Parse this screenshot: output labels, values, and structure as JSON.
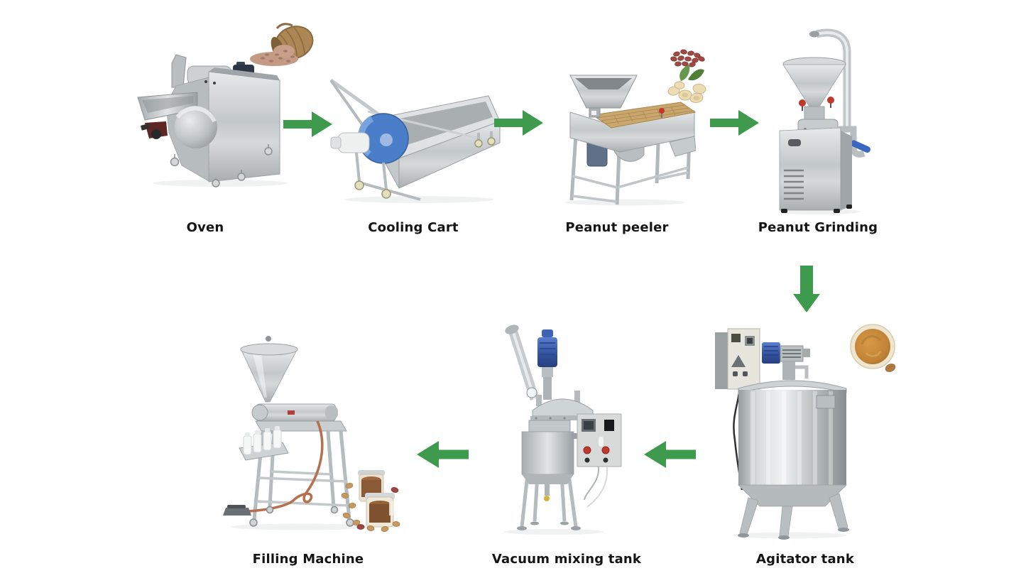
{
  "flow": {
    "arrow_color": "#3e9a4d",
    "label_color": "#151515",
    "background": "#ffffff",
    "steps": [
      {
        "name": "oven",
        "label": "Oven"
      },
      {
        "name": "cooling-cart",
        "label": "Cooling Cart"
      },
      {
        "name": "peanut-peeler",
        "label": "Peanut peeler"
      },
      {
        "name": "peanut-grinding",
        "label": "Peanut Grinding"
      },
      {
        "name": "agitator-tank",
        "label": "Agitator tank"
      },
      {
        "name": "vacuum-mixing-tank",
        "label": "Vacuum mixing tank"
      },
      {
        "name": "filling-machine",
        "label": "Filling Machine"
      }
    ],
    "connections": [
      {
        "from": "Oven",
        "to": "Cooling Cart",
        "direction": "right"
      },
      {
        "from": "Cooling Cart",
        "to": "Peanut peeler",
        "direction": "right"
      },
      {
        "from": "Peanut peeler",
        "to": "Peanut Grinding",
        "direction": "right"
      },
      {
        "from": "Peanut Grinding",
        "to": "Agitator tank",
        "direction": "down"
      },
      {
        "from": "Agitator tank",
        "to": "Vacuum mixing tank",
        "direction": "left"
      },
      {
        "from": "Vacuum mixing tank",
        "to": "Filling Machine",
        "direction": "left"
      }
    ],
    "decorations": [
      {
        "name": "basket-of-raw-peanuts-image",
        "near": "Oven"
      },
      {
        "name": "red-skin-peanuts-image",
        "near": "Peanut peeler"
      },
      {
        "name": "blanched-peanuts-with-leaves-image",
        "near": "Peanut peeler"
      },
      {
        "name": "bowl-of-peanut-butter-image",
        "near": "Agitator tank"
      },
      {
        "name": "jars-of-peanut-butter-with-peanuts-image",
        "near": "Filling Machine"
      }
    ]
  }
}
